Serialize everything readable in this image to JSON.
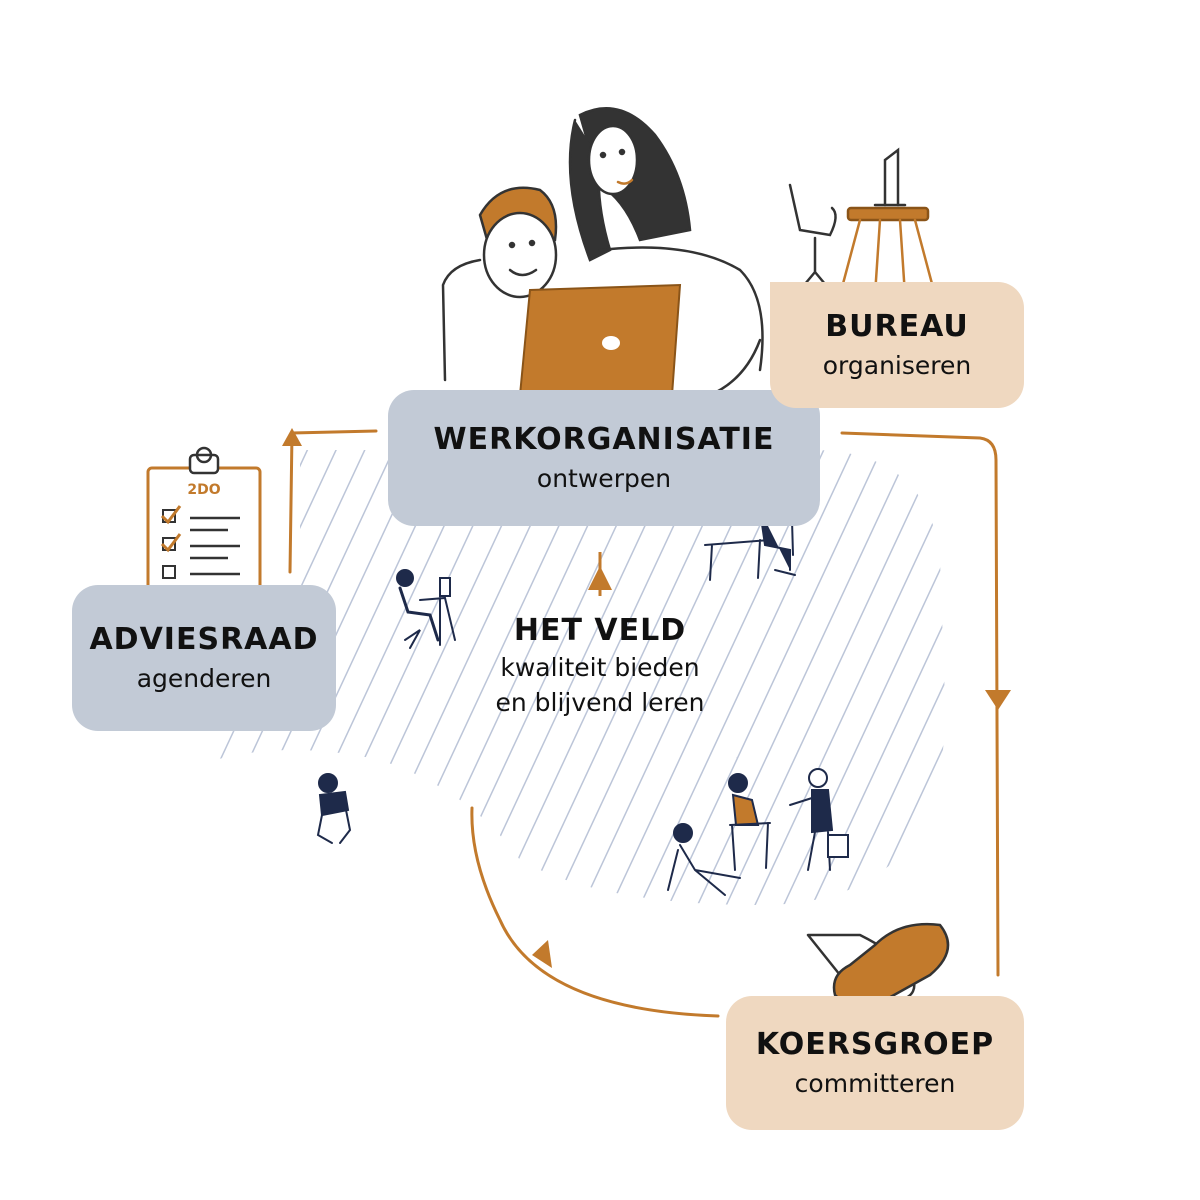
{
  "diagram": {
    "nodes": {
      "werkorganisatie": {
        "title": "WERKORGANISATIE",
        "subtitle": "ontwerpen"
      },
      "bureau": {
        "title": "BUREAU",
        "subtitle": "organiseren"
      },
      "adviesraad": {
        "title": "ADVIESRAAD",
        "subtitle": "agenderen"
      },
      "koersgroep": {
        "title": "KOERSGROEP",
        "subtitle": "committeren"
      },
      "het_veld": {
        "title": "HET VELD",
        "subtitle_line1": "kwaliteit bieden",
        "subtitle_line2": "en blijvend leren"
      }
    },
    "clipboard": {
      "label": "2DO"
    },
    "colors": {
      "accent_orange": "#c27a2c",
      "box_blue": "#c2cad6",
      "box_peach": "#efd8c0",
      "hatch": "#b8c2d6",
      "navy": "#1e2a4a",
      "sketch": "#3a3a3a"
    }
  }
}
